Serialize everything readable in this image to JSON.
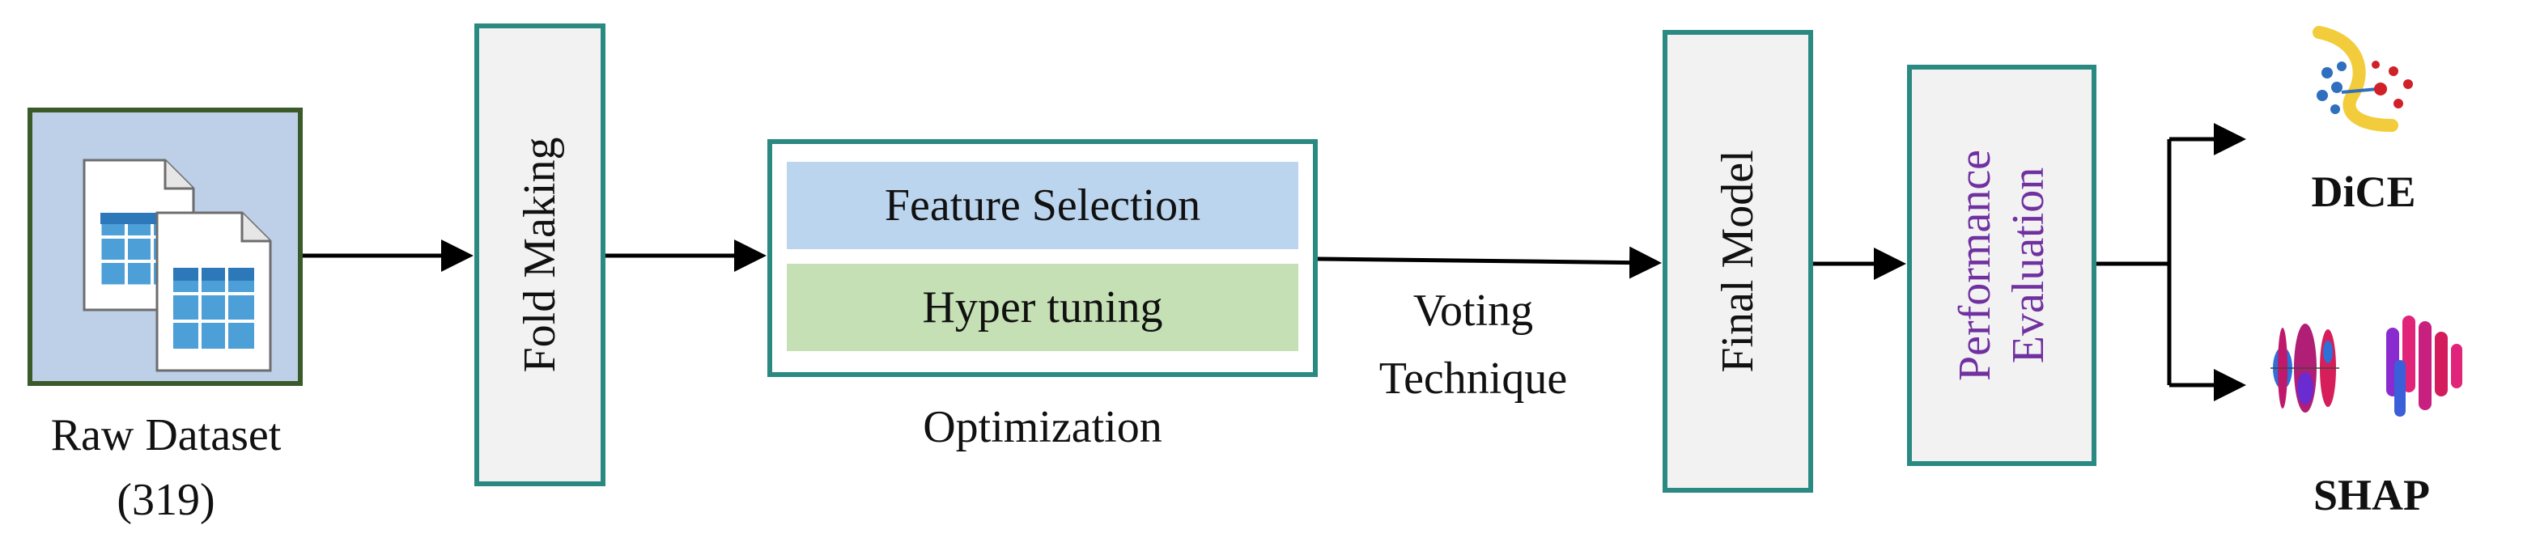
{
  "raw_dataset": {
    "label_line1": "Raw Dataset",
    "label_line2": "(319)"
  },
  "fold_making": {
    "label": "Fold Making"
  },
  "optimization": {
    "feature_selection": "Feature Selection",
    "hyper_tuning": "Hyper tuning",
    "caption": "Optimization"
  },
  "voting": {
    "line1": "Voting",
    "line2": "Technique"
  },
  "final_model": {
    "label": "Final Model"
  },
  "performance": {
    "line1": "Performance",
    "line2": "Evaluation"
  },
  "outputs": {
    "dice": "DiCE",
    "shap": "SHAP"
  },
  "colors": {
    "teal": "#2a8a82",
    "dark_green": "#3b5a2a",
    "raw_fill": "#bdd0e8",
    "feature_fill": "#bcd5ee",
    "hyper_fill": "#c5e0b4",
    "box_fill": "#f2f2f2",
    "purple": "#7030a0"
  }
}
